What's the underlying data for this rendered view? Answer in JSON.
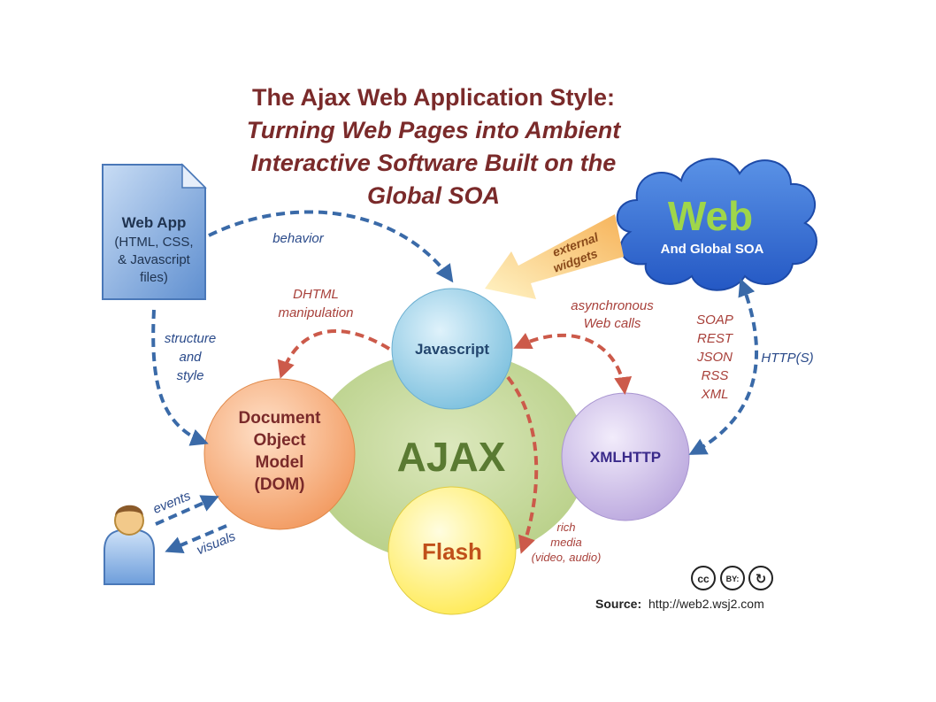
{
  "title": {
    "line1": "The Ajax Web Application Style:",
    "line2": "Turning Web Pages into Ambient",
    "line3": "Interactive Software Built on the",
    "line4": "Global SOA"
  },
  "web_app": {
    "title": "Web App",
    "line1": "(HTML, CSS,",
    "line2": "& Javascript",
    "line3": "files)"
  },
  "cloud": {
    "title": "Web",
    "subtitle": "And Global SOA"
  },
  "nodes": {
    "javascript": "Javascript",
    "dom_line1": "Document",
    "dom_line2": "Object",
    "dom_line3": "Model",
    "dom_line4": "(DOM)",
    "ajax": "AJAX",
    "xmlhttp": "XMLHTTP",
    "flash": "Flash"
  },
  "labels": {
    "behavior": "behavior",
    "external_widgets_1": "external",
    "external_widgets_2": "widgets",
    "dhtml_1": "DHTML",
    "dhtml_2": "manipulation",
    "async_1": "asynchronous",
    "async_2": "Web calls",
    "structure_1": "structure",
    "structure_2": "and",
    "structure_3": "style",
    "protocols": [
      "SOAP",
      "REST",
      "JSON",
      "RSS",
      "XML"
    ],
    "https": "HTTP(S)",
    "events": "events",
    "visuals": "visuals",
    "rich_1": "rich",
    "rich_2": "media",
    "rich_3": "(video, audio)"
  },
  "license": {
    "cc": "cc",
    "by": "BY:",
    "sa": "↻"
  },
  "source": {
    "label": "Source:",
    "url": "http://web2.wsj2.com"
  },
  "colors": {
    "title": "#7a2a2a",
    "blue_arrow": "#3a6aa8",
    "red_arrow": "#cc5a4a",
    "ajax_ellipse": "#c9dba0",
    "javascript": "#8ccbe4",
    "dom": "#f4a06a",
    "xmlhttp": "#c8b8e4",
    "flash": "#fff07a",
    "cloud": "#3b78d8",
    "web_text": "#9fd64a"
  }
}
